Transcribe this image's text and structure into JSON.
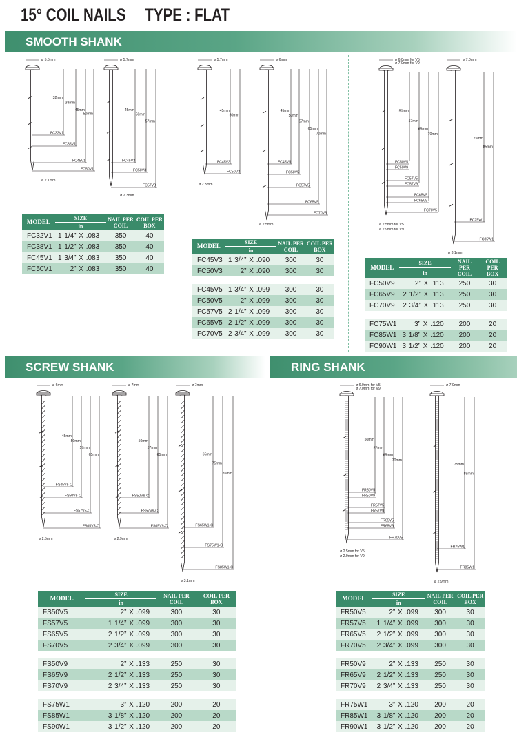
{
  "title": {
    "main": "15° COIL NAILS",
    "type": "TYPE : FLAT"
  },
  "sections": {
    "smooth": "SMOOTH SHANK",
    "screw": "SCREW SHANK",
    "ring": "RING SHANK"
  },
  "headers": {
    "model": "MODEL",
    "size": "SIZE",
    "size_unit": "in",
    "nail_per": "NAIL PER",
    "coil": "COIL",
    "coil_per": "COIL PER",
    "box": "BOX"
  },
  "smooth": {
    "d1": {
      "diam_a": "ø 5.5mm",
      "diam_b": "ø 5.7mm",
      "shank_a": "ø 2.1mm",
      "shank_b": "ø 2.3mm",
      "lengths_a": [
        "32mm",
        "38mm",
        "45mm",
        "50mm"
      ],
      "lengths_b": [
        "45mm",
        "50mm",
        "57mm"
      ],
      "models_a": [
        "FC32V1",
        "FC38V1",
        "FC45V1",
        "FC50V1"
      ],
      "models_b": [
        "FC45V3",
        "FC50V3",
        "FC57V3"
      ]
    },
    "d2": {
      "diam_a": "ø 5.7mm",
      "diam_b": "ø 6mm",
      "shank_a": "ø 2.3mm",
      "shank_b": "ø 2.5mm",
      "lengths_a": [
        "45mm",
        "50mm"
      ],
      "lengths_b": [
        "45mm",
        "50mm",
        "57mm",
        "65mm",
        "70mm"
      ],
      "models_a": [
        "FC45V3",
        "FC50V3"
      ],
      "models_b": [
        "FC45V5",
        "FC50V5",
        "FC57V5",
        "FC65V5",
        "FC70V5"
      ]
    },
    "d3": {
      "diam_a1": "ø 6.0mm for V5",
      "diam_a2": "ø 7.0mm for V9",
      "diam_b": "ø 7.0mm",
      "shank_a1": "ø 2.5mm for V5",
      "shank_a2": "ø 2.9mm for V9",
      "shank_b": "ø 3.1mm",
      "lengths_a": [
        "50mm",
        "57mm",
        "65mm",
        "70mm"
      ],
      "lengths_b": [
        "75mm",
        "85mm"
      ],
      "models_a": [
        "FC50V5",
        "FC50V9",
        "FC57V5",
        "FC57V9",
        "FC65V5",
        "FC65V9",
        "FC70V5"
      ],
      "models_b": [
        "FC75W1",
        "FC85W1"
      ]
    },
    "table1": [
      [
        "FC32V1",
        "1 1/4”  X  .083",
        "350",
        "40"
      ],
      [
        "FC38V1",
        "1 1/2”  X  .083",
        "350",
        "40"
      ],
      [
        "FC45V1",
        "1 3/4”  X  .083",
        "350",
        "40"
      ],
      [
        "FC50V1",
        "2”  X  .083",
        "350",
        "40"
      ]
    ],
    "table2a": [
      [
        "FC45V3",
        "1 3/4”  X  .090",
        "300",
        "30"
      ],
      [
        "FC50V3",
        "2”  X  .090",
        "300",
        "30"
      ]
    ],
    "table2b": [
      [
        "FC45V5",
        "1 3/4”  X  .099",
        "300",
        "30"
      ],
      [
        "FC50V5",
        "2”  X  .099",
        "300",
        "30"
      ],
      [
        "FC57V5",
        "2 1/4”  X  .099",
        "300",
        "30"
      ],
      [
        "FC65V5",
        "2 1/2”  X  .099",
        "300",
        "30"
      ],
      [
        "FC70V5",
        "2 3/4”  X  .099",
        "300",
        "30"
      ]
    ],
    "table3a": [
      [
        "FC50V9",
        "2”  X  .113",
        "250",
        "30"
      ],
      [
        "FC65V9",
        "2 1/2”  X  .113",
        "250",
        "30"
      ],
      [
        "FC70V9",
        "2 3/4”  X  .113",
        "250",
        "30"
      ]
    ],
    "table3b": [
      [
        "FC75W1",
        "3”  X  .120",
        "200",
        "20"
      ],
      [
        "FC85W1",
        "3 1/8”  X  .120",
        "200",
        "20"
      ],
      [
        "FC90W1",
        "3 1/2”  X  .120",
        "200",
        "20"
      ]
    ]
  },
  "screw": {
    "diag": {
      "diam_a": "ø 6mm",
      "diam_b": "ø 7mm",
      "diam_c": "ø 7mm",
      "shank_a": "ø 2.5mm",
      "shank_b": "ø 2.9mm",
      "shank_c": "ø 3.1mm",
      "lengths_a": [
        "45mm",
        "50mm",
        "57mm",
        "65mm"
      ],
      "lengths_b": [
        "50mm",
        "57mm",
        "65mm"
      ],
      "lengths_c": [
        "65mm",
        "75mm",
        "85mm"
      ],
      "models_a": [
        "FS45V5-C",
        "FS50V5-C",
        "FS57V5-C",
        "FS65V5-C"
      ],
      "models_b": [
        "FS50V9-C",
        "FS57V9-C",
        "FS65V9-C"
      ],
      "models_c": [
        "FS65W1-C",
        "FS75W1-C",
        "FS85W1-C"
      ]
    },
    "tableA": [
      [
        "FS50V5",
        "2”  X  .099",
        "300",
        "30"
      ],
      [
        "FS57V5",
        "1 1/4”  X  .099",
        "300",
        "30"
      ],
      [
        "FS65V5",
        "2 1/2”  X  .099",
        "300",
        "30"
      ],
      [
        "FS70V5",
        "2 3/4”  X  .099",
        "300",
        "30"
      ]
    ],
    "tableB": [
      [
        "FS50V9",
        "2”  X  .133",
        "250",
        "30"
      ],
      [
        "FS65V9",
        "2 1/2”  X  .133",
        "250",
        "30"
      ],
      [
        "FS70V9",
        "2 3/4”  X  .133",
        "250",
        "30"
      ]
    ],
    "tableC": [
      [
        "FS75W1",
        "3”  X  .120",
        "200",
        "20"
      ],
      [
        "FS85W1",
        "3 1/8”  X  .120",
        "200",
        "20"
      ],
      [
        "FS90W1",
        "3 1/2”  X  .120",
        "200",
        "20"
      ]
    ]
  },
  "ring": {
    "diag": {
      "diam_a1": "ø 6.0mm for V5",
      "diam_a2": "ø 7.0mm for V9",
      "diam_b": "ø 7.0mm",
      "shank_a1": "ø 2.5mm for V5",
      "shank_a2": "ø 2.9mm for V9",
      "shank_b": "ø 2.9mm",
      "lengths_a": [
        "50mm",
        "57mm",
        "65mm",
        "70mm"
      ],
      "lengths_b": [
        "75mm",
        "85mm"
      ],
      "models_a": [
        "FR50V5",
        "FR50V9",
        "FR57V5",
        "FR57V9",
        "FR65V5",
        "FR65V9",
        "FR70V5"
      ],
      "models_b": [
        "FR75W1",
        "FR85W1"
      ]
    },
    "tableA": [
      [
        "FR50V5",
        "2”  X  .099",
        "300",
        "30"
      ],
      [
        "FR57V5",
        "1 1/4”  X  .099",
        "300",
        "30"
      ],
      [
        "FR65V5",
        "2 1/2”  X  .099",
        "300",
        "30"
      ],
      [
        "FR70V5",
        "2 3/4”  X  .099",
        "300",
        "30"
      ]
    ],
    "tableB": [
      [
        "FR50V9",
        "2”  X  .133",
        "250",
        "30"
      ],
      [
        "FR65V9",
        "2 1/2”  X  .133",
        "250",
        "30"
      ],
      [
        "FR70V9",
        "2 3/4”  X  .133",
        "250",
        "30"
      ]
    ],
    "tableC": [
      [
        "FR75W1",
        "3”  X  .120",
        "200",
        "20"
      ],
      [
        "FR85W1",
        "3 1/8”  X  .120",
        "200",
        "20"
      ],
      [
        "FR90W1",
        "3 1/2”  X  .120",
        "200",
        "20"
      ]
    ]
  }
}
